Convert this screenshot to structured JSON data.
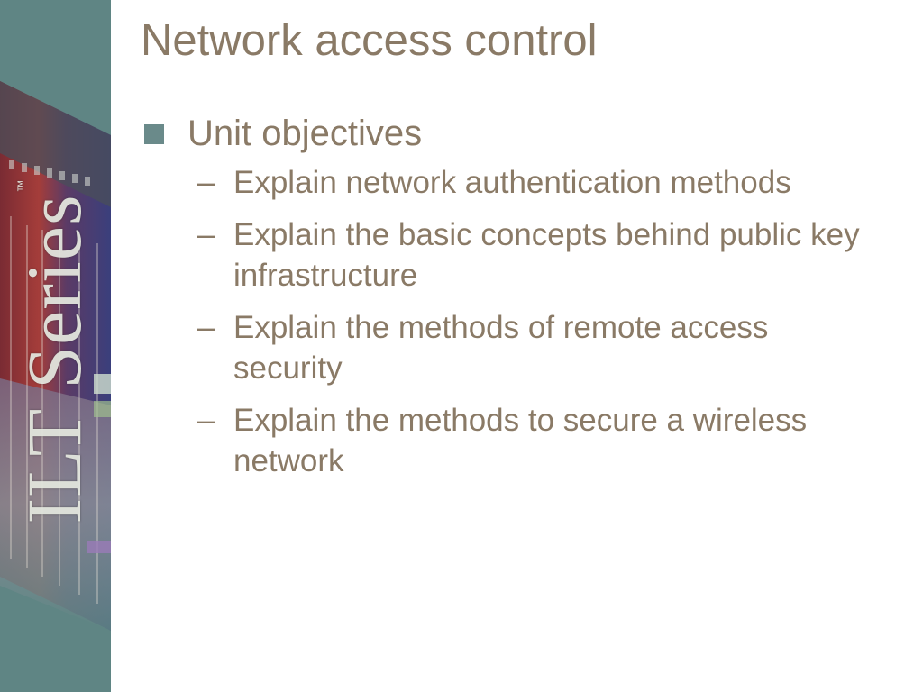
{
  "slide": {
    "title": "Network access control",
    "bullet": {
      "label": "Unit objectives",
      "marker": "square-bullet-icon",
      "sub_marker": "–",
      "items": [
        "Explain network authentication methods",
        "Explain the basic concepts behind public key infrastructure",
        "Explain the methods of remote access security",
        "Explain the methods to secure a wireless network"
      ]
    }
  },
  "branding": {
    "series_name": "ILT Series",
    "trademark": "™"
  },
  "colors": {
    "sidebar": "#5f8584",
    "text": "#8a7a66",
    "bullet": "#6a8a8a"
  }
}
